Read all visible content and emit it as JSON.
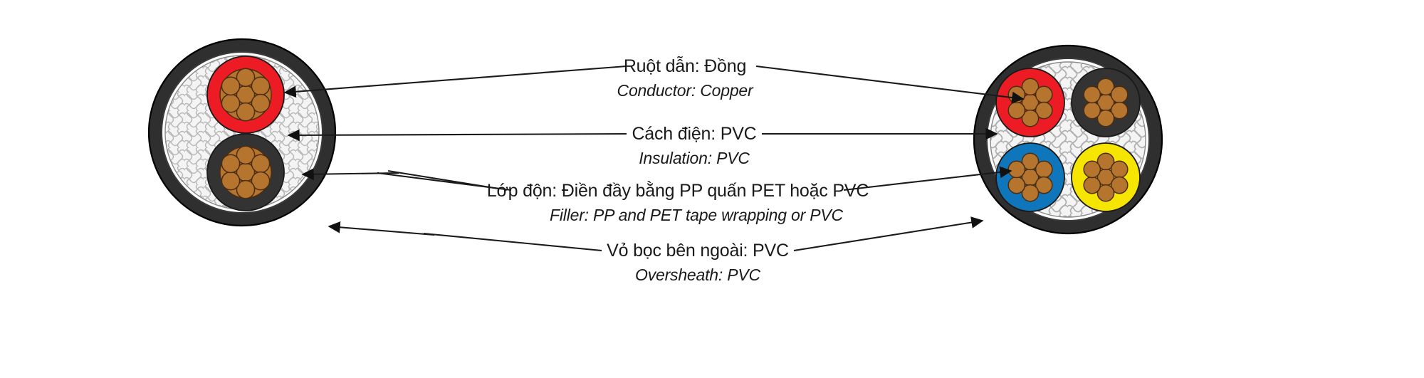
{
  "diagram": {
    "title": "Cable cross-section construction diagram",
    "labels": [
      {
        "id": "conductor",
        "vi": "Ruột dẫn: Đồng",
        "en": "Conductor: Copper"
      },
      {
        "id": "insulation",
        "vi": "Cách điện: PVC",
        "en": "Insulation: PVC"
      },
      {
        "id": "filler",
        "vi": "Lớp độn: Điền đầy bằng PP quấn PET hoặc PVC",
        "en": "Filler: PP and PET tape wrapping or PVC"
      },
      {
        "id": "oversheath",
        "vi": "Vỏ bọc bên ngoài: PVC",
        "en": "Oversheath: PVC"
      }
    ],
    "colors": {
      "sheath_black": "#2f2f2f",
      "outline_black": "#000000",
      "insulation_red": "#ED1C24",
      "insulation_black": "#333333",
      "insulation_blue": "#0F76BC",
      "insulation_yellow": "#F6E500",
      "copper": "#B5752E",
      "copper_edge": "#4A2C12",
      "filler_white": "#F2F2F2",
      "filler_texture": "#BFBFBF",
      "text": "#1A1A1A"
    },
    "left_cable": {
      "name": "two-core-cable",
      "core_count": 2,
      "strands_per_core": 7,
      "core_colors": [
        "#ED1C24",
        "#333333"
      ]
    },
    "right_cable": {
      "name": "four-core-cable",
      "core_count": 4,
      "strands_per_core": 7,
      "core_colors": [
        "#ED1C24",
        "#333333",
        "#0F76BC",
        "#F6E500"
      ]
    }
  }
}
